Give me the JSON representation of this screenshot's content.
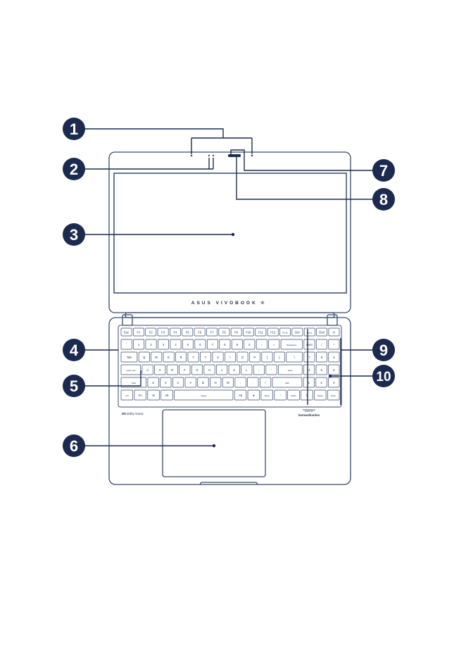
{
  "colors": {
    "callout": "#1c2a4f",
    "outline": "#3a4a6a",
    "accent": "#1b2b4a",
    "background": "#ffffff"
  },
  "lid": {
    "brand": "ASUS VIVOBOOK",
    "brand_mark": "®"
  },
  "deck": {
    "left_logo": "Dolby Atmos",
    "left_logo_prefix": "DD",
    "right_logo": "harman/kardon",
    "right_logo_prefix": "AUDIO BY"
  },
  "keyboard": {
    "rows": [
      [
        "Esc",
        "F1",
        "F2",
        "F3",
        "F4",
        "F5",
        "F6",
        "F7",
        "F8",
        "F9",
        "F10",
        "F11",
        "F12",
        "Prt Sc",
        "Del",
        "Home",
        "End",
        "⏻"
      ],
      [
        "`",
        "1",
        "2",
        "3",
        "4",
        "5",
        "6",
        "7",
        "8",
        "9",
        "0",
        "-",
        "=",
        "Backspace",
        "Num",
        "/",
        "*"
      ],
      [
        "Tab",
        "Q",
        "W",
        "E",
        "R",
        "T",
        "Y",
        "U",
        "I",
        "O",
        "P",
        "[",
        "]",
        "\\",
        "7",
        "8",
        "9"
      ],
      [
        "Caps Lock",
        "A",
        "S",
        "D",
        "F",
        "G",
        "H",
        "J",
        "K",
        "L",
        ";",
        "'",
        "Enter",
        "4",
        "5",
        "6"
      ],
      [
        "Shift",
        "Z",
        "X",
        "C",
        "V",
        "B",
        "N",
        "M",
        ",",
        ".",
        "/",
        "Shift",
        "1",
        "2",
        "3"
      ],
      [
        "Ctrl",
        "Fn",
        "⊞",
        "Alt",
        "Space",
        "Alt",
        "●",
        "PgUp",
        "↑",
        "PgDn",
        "0",
        "Delete",
        "Enter"
      ]
    ]
  },
  "callouts": [
    {
      "id": "1",
      "label": "1"
    },
    {
      "id": "2",
      "label": "2"
    },
    {
      "id": "3",
      "label": "3"
    },
    {
      "id": "4",
      "label": "4"
    },
    {
      "id": "5",
      "label": "5"
    },
    {
      "id": "6",
      "label": "6"
    },
    {
      "id": "7",
      "label": "7"
    },
    {
      "id": "8",
      "label": "8"
    },
    {
      "id": "9",
      "label": "9"
    },
    {
      "id": "10",
      "label": "10"
    }
  ]
}
